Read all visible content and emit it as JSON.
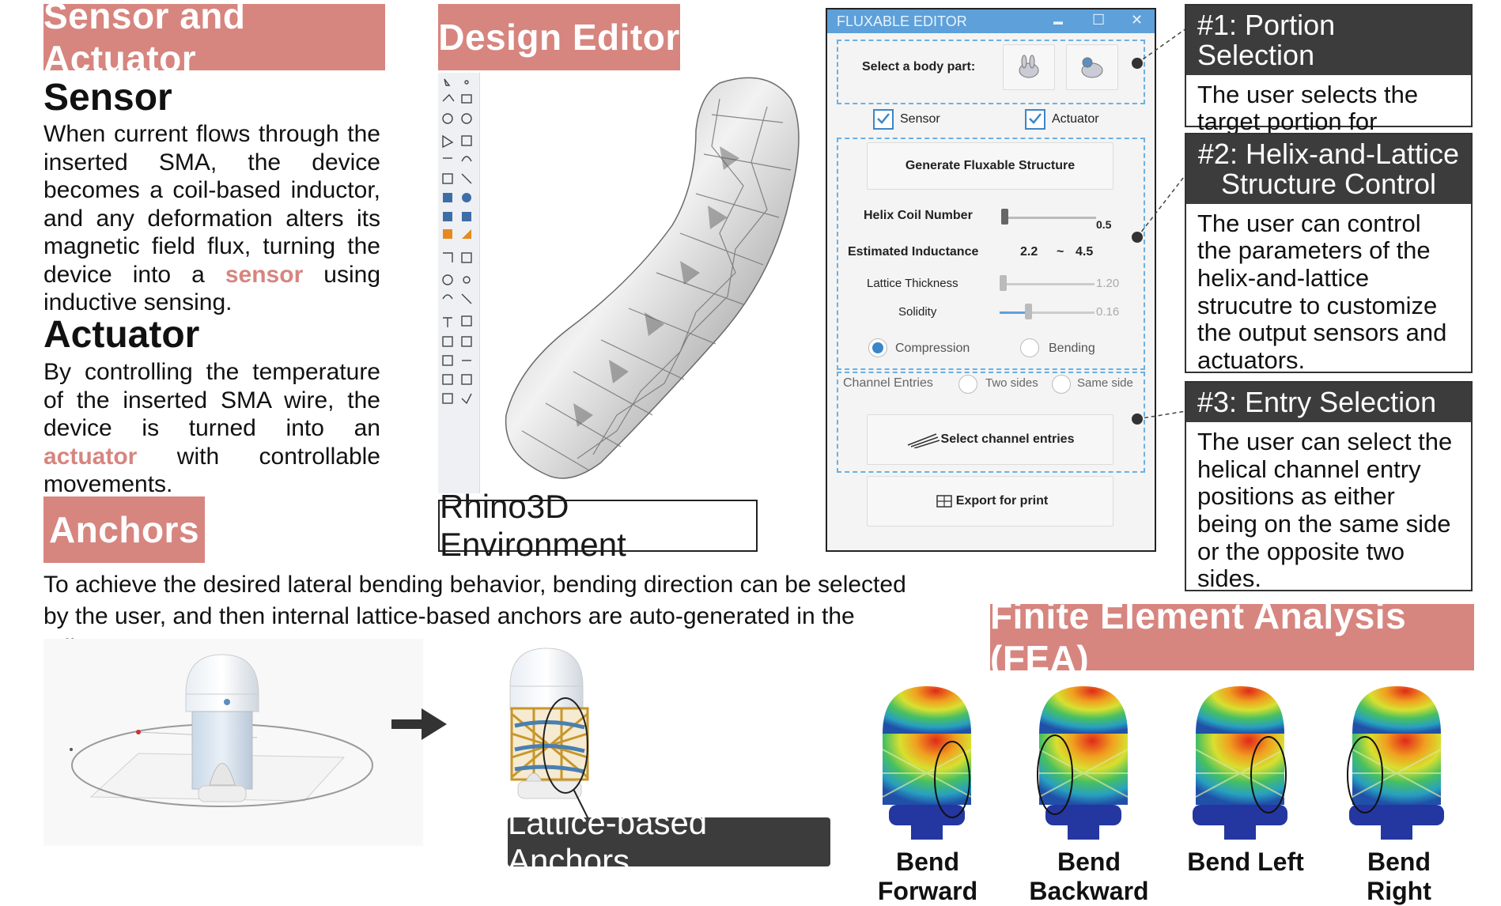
{
  "sections": {
    "sensor_actuator": "Sensor and Actuator",
    "design_editor": "Design Editor",
    "anchors": "Anchors",
    "fea": "Finite Element Analysis (FEA)"
  },
  "sensor": {
    "title": "Sensor",
    "text_before": "When current flows through the inserted SMA, the device becomes a coil-based inductor, and any deformation alters its magnetic field flux, turning the device into a",
    "highlight": "sensor",
    "text_after": "using inductive sensing."
  },
  "actuator": {
    "title": "Actuator",
    "text_before": "By controlling the temperature of the inserted SMA wire, the device is turned into an",
    "highlight": "actuator",
    "text_after": "with controllable movements."
  },
  "anchors": {
    "description_line1": "To achieve the desired lateral bending behavior, bending direction can be selected",
    "description_line2": "by the user, and then internal lattice-based anchors are auto-generated in the editor.",
    "lattice_label": "Lattice-based Anchors"
  },
  "rhino_label": "Rhino3D Environment",
  "editor": {
    "window_title": "FLUXABLE EDITOR",
    "minimize": "▬",
    "maximize": "☐",
    "close": "✕",
    "select_body_part": "Select a body part:",
    "sensor_check": "Sensor",
    "actuator_check": "Actuator",
    "generate_button": "Generate Fluxable Structure",
    "helix_coil_number": "Helix Coil Number",
    "helix_coil_value": "0.5",
    "estimated_inductance": "Estimated Inductance",
    "inductance_low": "2.2",
    "inductance_sep": "~",
    "inductance_high": "4.5",
    "lattice_thickness": "Lattice Thickness",
    "lattice_thickness_value": "1.20",
    "solidity": "Solidity",
    "solidity_value": "0.16",
    "compression": "Compression",
    "bending": "Bending",
    "channel_entries": "Channel Entries",
    "two_sides": "Two sides",
    "same_side": "Same side",
    "select_channel_entries": "Select channel entries",
    "export_for_print": "Export for print"
  },
  "cards": [
    {
      "head": "#1: Portion Selection",
      "body": "The user selects the target portion for conversion."
    },
    {
      "head": "#2: Helix-and-Lattice Structure Control",
      "body": "The user can control the parameters of the helix-and-lattice strucutre to customize the output sensors and actuators."
    },
    {
      "head": "#3: Entry Selection",
      "body": "The user can select the helical channel entry positions as either being on the same side or the opposite two sides."
    }
  ],
  "fea_captions": [
    "Bend Forward",
    "Bend Backward",
    "Bend Left",
    "Bend Right"
  ],
  "colors": {
    "accent_pink": "#d7857f",
    "dark_card": "#3c3c3c",
    "editor_blue": "#5ea0d9",
    "dashed_blue": "#6ab0e3"
  }
}
